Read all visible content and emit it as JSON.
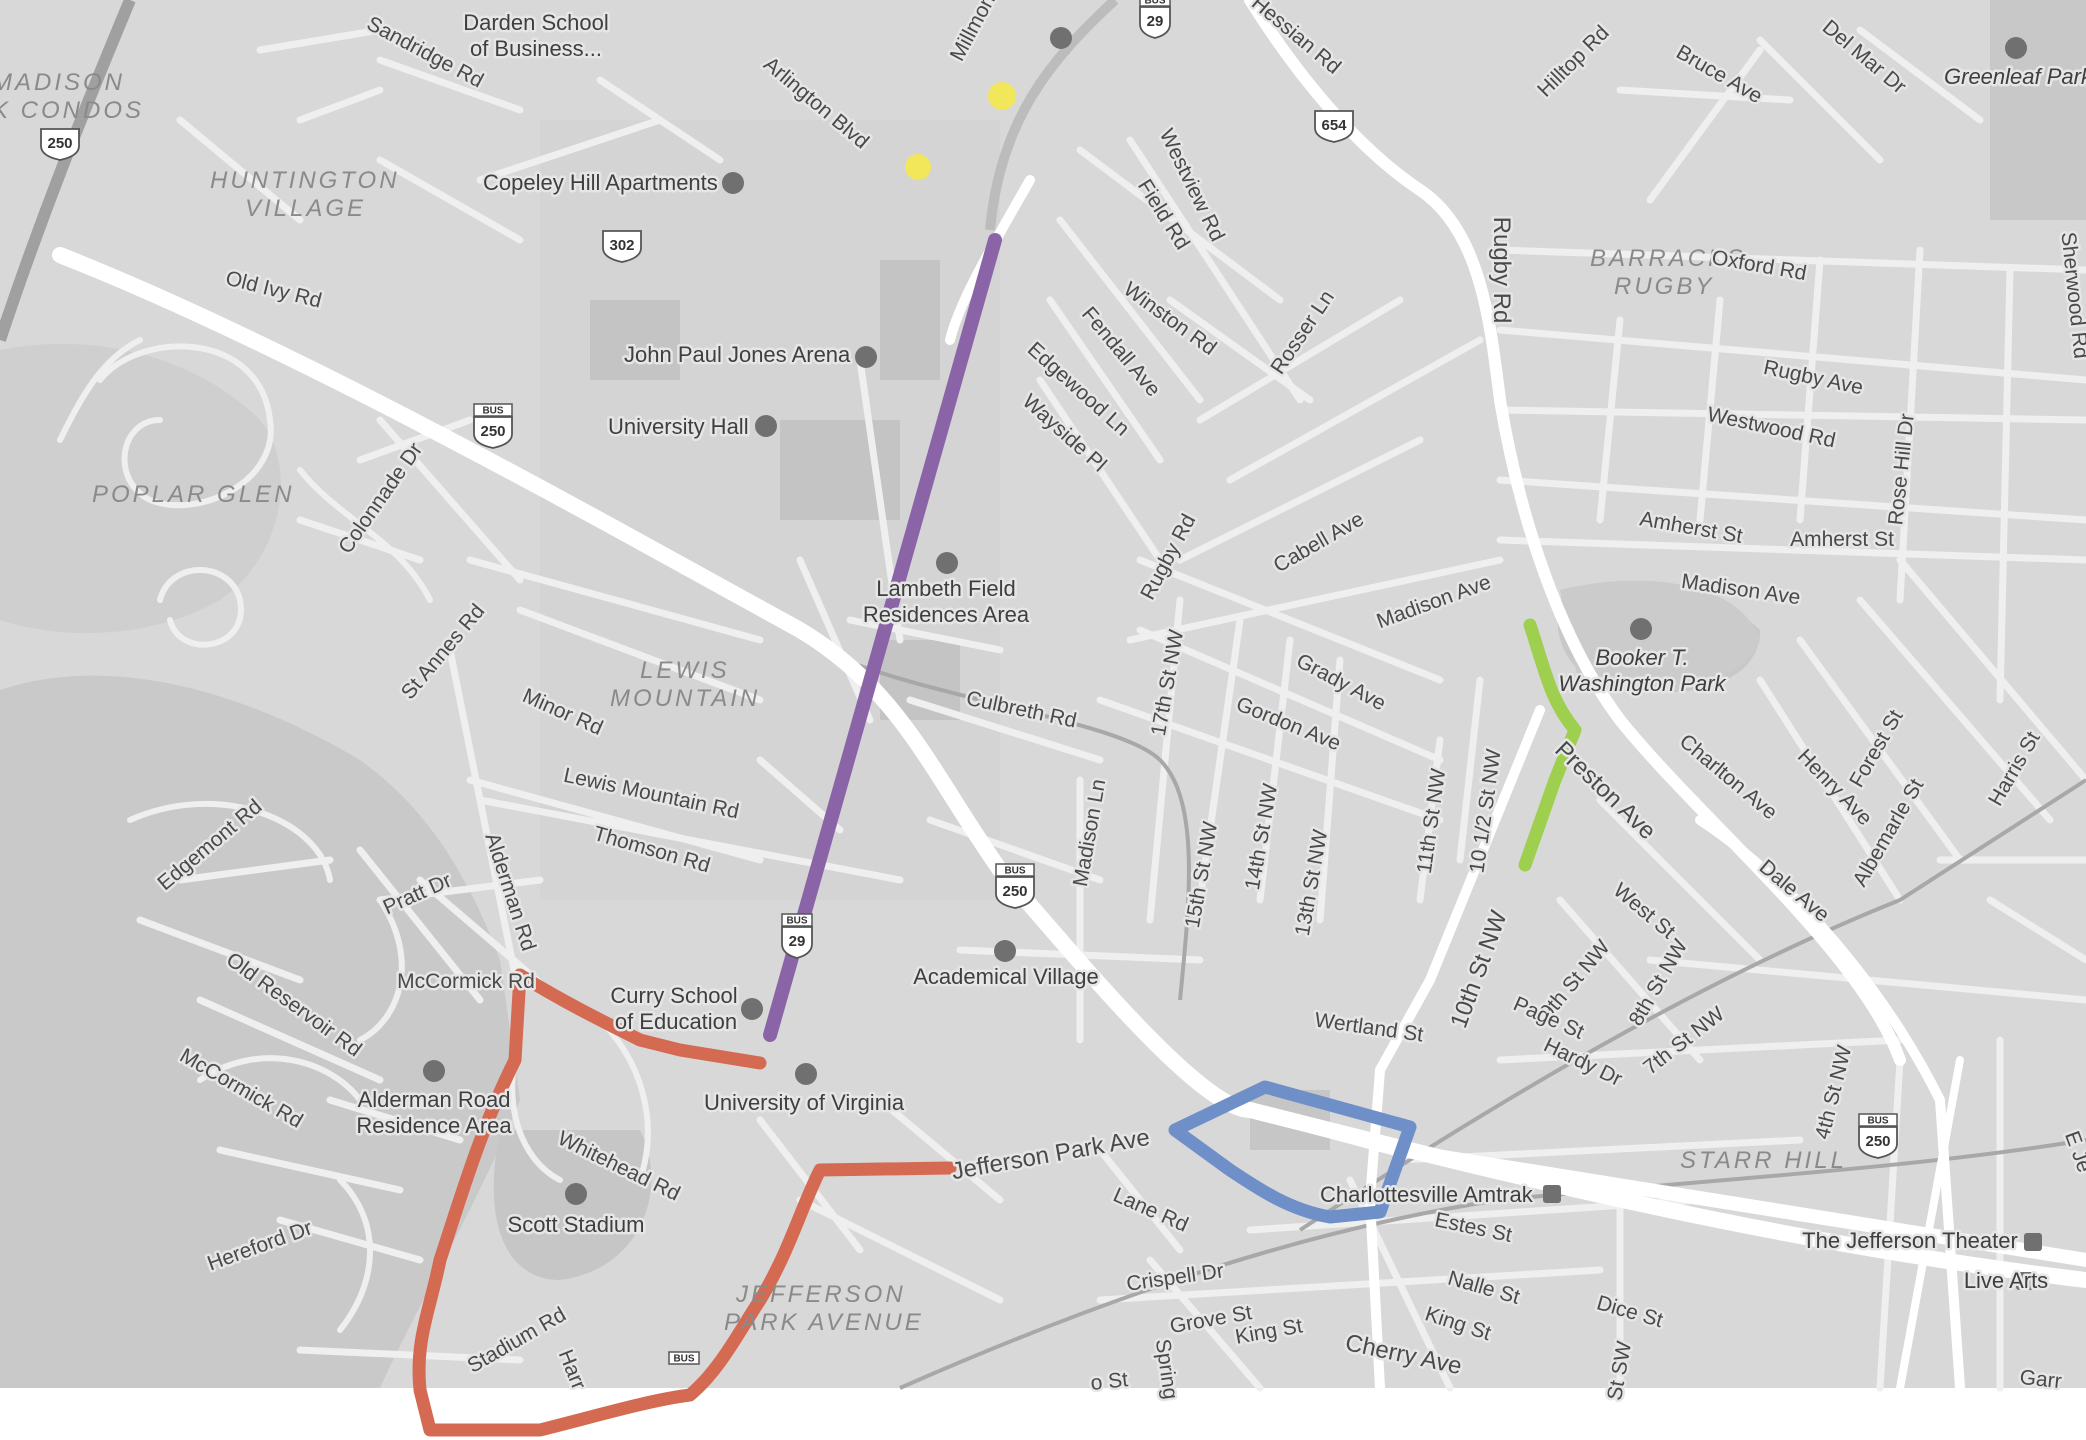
{
  "colors": {
    "background": "#d6d6d6",
    "major_road": "#ffffff",
    "minor_road": "#f2f2f2",
    "highway": "#9e9e9e",
    "route_purple": "#8a64a6",
    "route_red": "#d46a52",
    "route_blue": "#6f8fc9",
    "route_green": "#9ecf4f",
    "marker_yellow": "#f2e65a"
  },
  "area_labels": [
    {
      "id": "madison-condos-1",
      "text": "MADISON"
    },
    {
      "id": "madison-condos-2",
      "text": "K CONDOS"
    },
    {
      "id": "huntington-1",
      "text": "HUNTINGTON"
    },
    {
      "id": "huntington-2",
      "text": "VILLAGE"
    },
    {
      "id": "poplar-glen",
      "text": "POPLAR GLEN"
    },
    {
      "id": "lewis-mountain-1",
      "text": "LEWIS"
    },
    {
      "id": "lewis-mountain-2",
      "text": "MOUNTAIN"
    },
    {
      "id": "barracks-1",
      "text": "BARRACKS"
    },
    {
      "id": "barracks-2",
      "text": "RUGBY"
    },
    {
      "id": "jefferson-park-1",
      "text": "JEFFERSON"
    },
    {
      "id": "jefferson-park-2",
      "text": "PARK AVENUE"
    },
    {
      "id": "starr-hill",
      "text": "STARR HILL"
    }
  ],
  "poi_labels": [
    {
      "id": "darden-1",
      "text": "Darden School"
    },
    {
      "id": "darden-2",
      "text": "of Business..."
    },
    {
      "id": "copeley",
      "text": "Copeley Hill Apartments"
    },
    {
      "id": "jpj-arena",
      "text": "John Paul Jones Arena"
    },
    {
      "id": "university-hall",
      "text": "University Hall"
    },
    {
      "id": "lambeth-1",
      "text": "Lambeth Field"
    },
    {
      "id": "lambeth-2",
      "text": "Residences Area"
    },
    {
      "id": "curry-1",
      "text": "Curry School"
    },
    {
      "id": "curry-2",
      "text": "of Education"
    },
    {
      "id": "academical-village",
      "text": "Academical Village"
    },
    {
      "id": "uva",
      "text": "University of Virginia"
    },
    {
      "id": "alderman-1",
      "text": "Alderman Road"
    },
    {
      "id": "alderman-2",
      "text": "Residence Area"
    },
    {
      "id": "scott-stadium",
      "text": "Scott Stadium"
    },
    {
      "id": "booker-1",
      "text": "Booker T."
    },
    {
      "id": "booker-2",
      "text": "Washington Park"
    },
    {
      "id": "amtrak",
      "text": "Charlottesville Amtrak"
    },
    {
      "id": "jefferson-theater",
      "text": "The Jefferson Theater"
    },
    {
      "id": "live-arts",
      "text": "Live Arts"
    },
    {
      "id": "greenleaf-park",
      "text": "Greenleaf Park"
    }
  ],
  "street_labels": [
    {
      "id": "sandridge",
      "text": "Sandridge Rd"
    },
    {
      "id": "millmont",
      "text": "Millmont"
    },
    {
      "id": "arlington",
      "text": "Arlington Blvd"
    },
    {
      "id": "hessian",
      "text": "Hessian Rd"
    },
    {
      "id": "hilltop",
      "text": "Hilltop Rd"
    },
    {
      "id": "bruce",
      "text": "Bruce Ave"
    },
    {
      "id": "delmar",
      "text": "Del Mar Dr"
    },
    {
      "id": "old-ivy",
      "text": "Old Ivy Rd"
    },
    {
      "id": "westview",
      "text": "Westview Rd"
    },
    {
      "id": "field",
      "text": "Field Rd"
    },
    {
      "id": "oxford",
      "text": "Oxford Rd"
    },
    {
      "id": "rugby-rd-v",
      "text": "Rugby Rd"
    },
    {
      "id": "sherwood",
      "text": "Sherwood Rd"
    },
    {
      "id": "winston",
      "text": "Winston Rd"
    },
    {
      "id": "fendall",
      "text": "Fendall Ave"
    },
    {
      "id": "rosser",
      "text": "Rosser Ln"
    },
    {
      "id": "rugby-ave",
      "text": "Rugby Ave"
    },
    {
      "id": "edgewood",
      "text": "Edgewood Ln"
    },
    {
      "id": "westwood",
      "text": "Westwood Rd"
    },
    {
      "id": "wayside",
      "text": "Wayside Pl"
    },
    {
      "id": "colonnade",
      "text": "Colonnade Dr"
    },
    {
      "id": "rugby-rd-2",
      "text": "Rugby Rd"
    },
    {
      "id": "cabell",
      "text": "Cabell Ave"
    },
    {
      "id": "amherst-1",
      "text": "Amherst St"
    },
    {
      "id": "amherst-2",
      "text": "Amherst St"
    },
    {
      "id": "rose-hill",
      "text": "Rose Hill Dr"
    },
    {
      "id": "madison-ave-1",
      "text": "Madison Ave"
    },
    {
      "id": "madison-ave-2",
      "text": "Madison Ave"
    },
    {
      "id": "st-annes",
      "text": "St Annes Rd"
    },
    {
      "id": "culbreth",
      "text": "Culbreth Rd"
    },
    {
      "id": "17th",
      "text": "17th St NW"
    },
    {
      "id": "grady",
      "text": "Grady Ave"
    },
    {
      "id": "gordon",
      "text": "Gordon Ave"
    },
    {
      "id": "minor",
      "text": "Minor Rd"
    },
    {
      "id": "preston",
      "text": "Preston Ave"
    },
    {
      "id": "charlton",
      "text": "Charlton Ave"
    },
    {
      "id": "henry",
      "text": "Henry Ave"
    },
    {
      "id": "forest",
      "text": "Forest St"
    },
    {
      "id": "harris",
      "text": "Harris St"
    },
    {
      "id": "11th",
      "text": "11th St NW"
    },
    {
      "id": "10half",
      "text": "10 1/2 St NW"
    },
    {
      "id": "lewis-mtn-rd",
      "text": "Lewis Mountain Rd"
    },
    {
      "id": "edgemont",
      "text": "Edgemont Rd"
    },
    {
      "id": "madison-ln",
      "text": "Madison Ln"
    },
    {
      "id": "15th",
      "text": "15th St NW"
    },
    {
      "id": "14th",
      "text": "14th St NW"
    },
    {
      "id": "13th",
      "text": "13th St NW"
    },
    {
      "id": "albemarle",
      "text": "Albemarle St"
    },
    {
      "id": "thomson",
      "text": "Thomson Rd"
    },
    {
      "id": "alderman-rd",
      "text": "Alderman Rd"
    },
    {
      "id": "dale",
      "text": "Dale Ave"
    },
    {
      "id": "pratt",
      "text": "Pratt Dr"
    },
    {
      "id": "10th",
      "text": "10th St NW"
    },
    {
      "id": "west-st",
      "text": "West St"
    },
    {
      "id": "9th",
      "text": "9th St NW"
    },
    {
      "id": "8th",
      "text": "8th St NW"
    },
    {
      "id": "old-reservoir",
      "text": "Old Reservoir Rd"
    },
    {
      "id": "mccormick-rd-1",
      "text": "McCormick Rd"
    },
    {
      "id": "page",
      "text": "Page St"
    },
    {
      "id": "wertland",
      "text": "Wertland St"
    },
    {
      "id": "7th",
      "text": "7th St NW"
    },
    {
      "id": "mccormick-rd-2",
      "text": "McCormick Rd"
    },
    {
      "id": "hardy",
      "text": "Hardy Dr"
    },
    {
      "id": "4th",
      "text": "4th St NW"
    },
    {
      "id": "whitehead",
      "text": "Whitehead Rd"
    },
    {
      "id": "jefferson-park-ave",
      "text": "Jefferson Park Ave"
    },
    {
      "id": "e-jeff",
      "text": "E Je"
    },
    {
      "id": "lane",
      "text": "Lane Rd"
    },
    {
      "id": "estes",
      "text": "Estes St"
    },
    {
      "id": "hereford",
      "text": "Hereford Dr"
    },
    {
      "id": "crispell",
      "text": "Crispell Dr"
    },
    {
      "id": "nalle",
      "text": "Nalle St"
    },
    {
      "id": "grove",
      "text": "Grove St"
    },
    {
      "id": "king-1",
      "text": "King St"
    },
    {
      "id": "king-2",
      "text": "King St"
    },
    {
      "id": "dice",
      "text": "Dice St"
    },
    {
      "id": "stadium",
      "text": "Stadium Rd"
    },
    {
      "id": "harr",
      "text": "Harr"
    },
    {
      "id": "cherry",
      "text": "Cherry Ave"
    },
    {
      "id": "spring",
      "text": "Spring"
    },
    {
      "id": "sw",
      "text": "St SW"
    },
    {
      "id": "gar",
      "text": "Garr"
    },
    {
      "id": "ost",
      "text": "o St"
    }
  ],
  "shields": [
    {
      "id": "us250-a",
      "bus": "",
      "num": "250"
    },
    {
      "id": "bus29-top",
      "bus": "BUS",
      "num": "29"
    },
    {
      "id": "va654",
      "bus": "",
      "num": "654"
    },
    {
      "id": "va302",
      "bus": "",
      "num": "302"
    },
    {
      "id": "bus250-b",
      "bus": "BUS",
      "num": "250"
    },
    {
      "id": "bus29-mid",
      "bus": "BUS",
      "num": "29"
    },
    {
      "id": "bus250-c",
      "bus": "BUS",
      "num": "250"
    },
    {
      "id": "bus250-d",
      "bus": "BUS",
      "num": "250"
    },
    {
      "id": "bus-bottom",
      "bus": "BUS",
      "num": ""
    }
  ]
}
